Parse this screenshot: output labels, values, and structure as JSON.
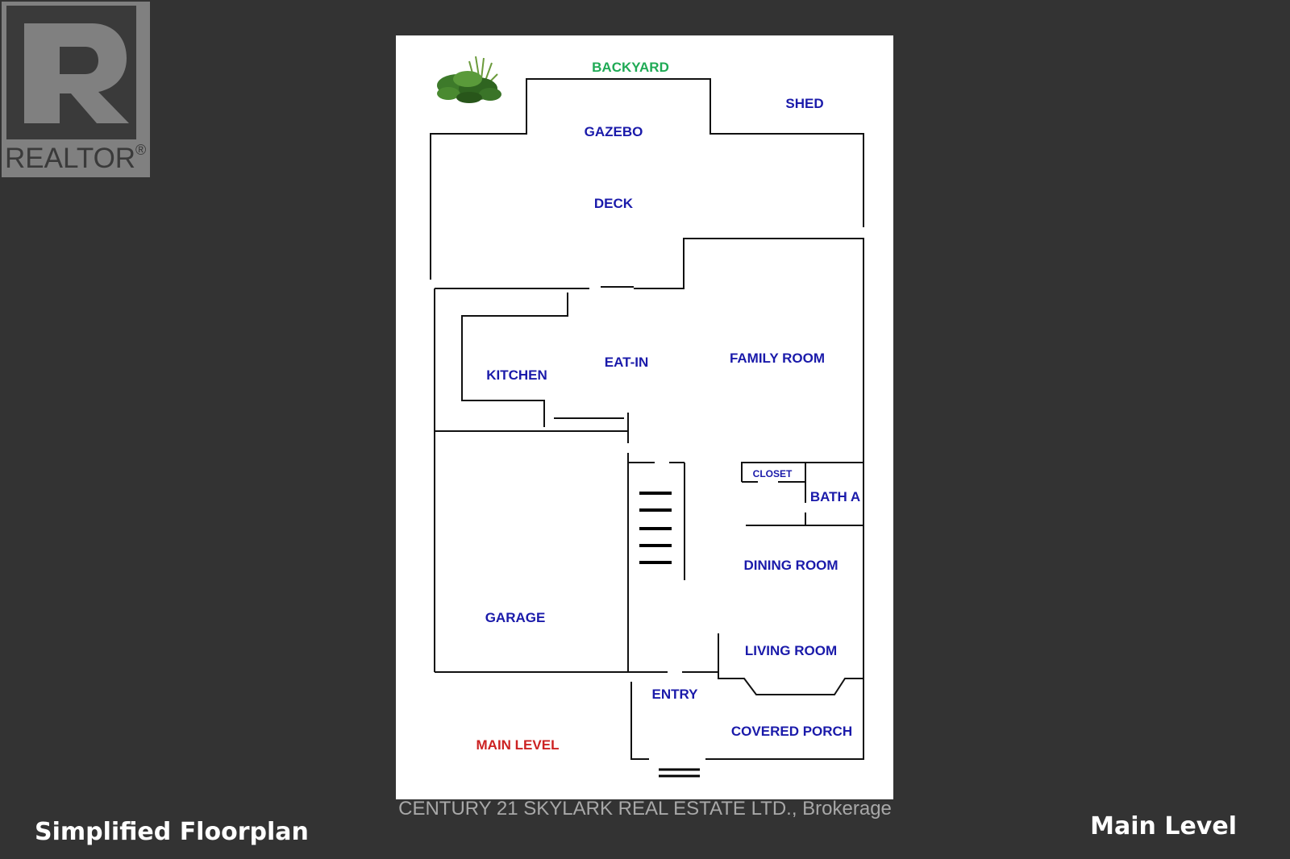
{
  "logo": {
    "text": "REALTOR",
    "mark": "®"
  },
  "plan": {
    "rooms": {
      "backyard": "BACKYARD",
      "shed": "SHED",
      "gazebo": "GAZEBO",
      "deck": "DECK",
      "kitchen": "KITCHEN",
      "eat_in": "EAT-IN",
      "family_room": "FAMILY ROOM",
      "closet": "CLOSET",
      "bath_a": "BATH A",
      "dining_room": "DINING ROOM",
      "garage": "GARAGE",
      "living_room": "LIVING ROOM",
      "entry": "ENTRY",
      "covered_porch": "COVERED PORCH",
      "main_level_label": "MAIN LEVEL"
    },
    "colors": {
      "room_label": "#1a1aaa",
      "backyard_label": "#1faa55",
      "level_label": "#cc2222",
      "wall": "#111111",
      "paper": "#ffffff"
    }
  },
  "watermark": "CENTURY 21 SKYLARK REAL ESTATE LTD., Brokerage",
  "captions": {
    "left": "Simplified Floorplan",
    "right": "Main Level"
  }
}
